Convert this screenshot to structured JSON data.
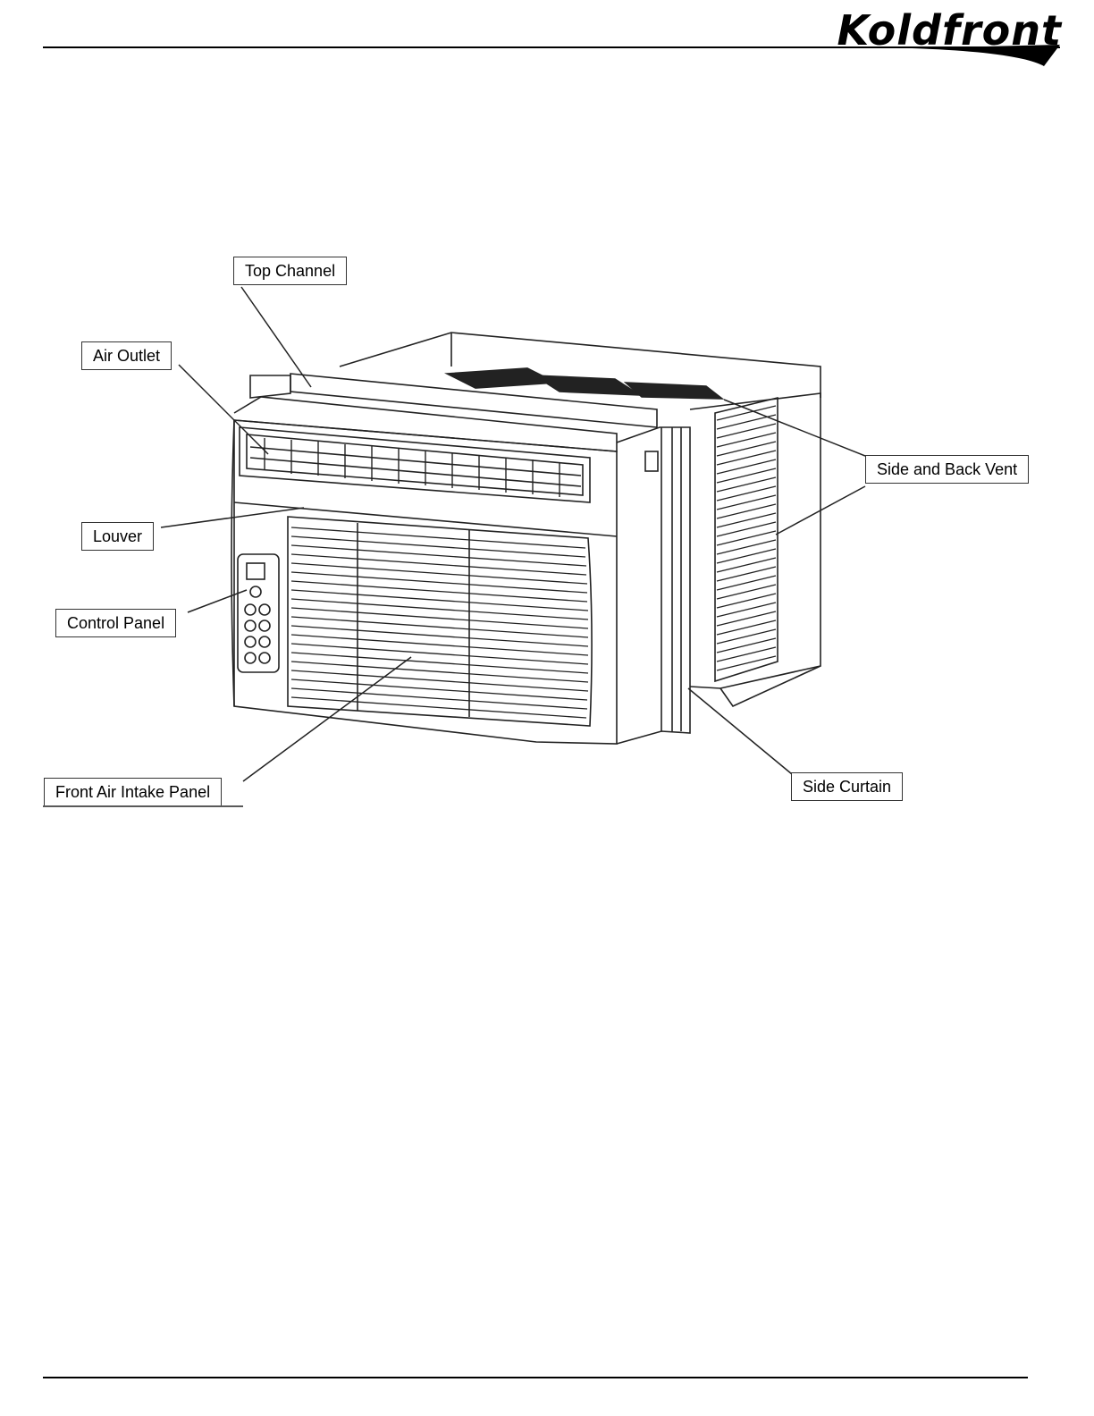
{
  "brand": {
    "name": "Koldfront"
  },
  "diagram": {
    "labels": {
      "top_channel": "Top Channel",
      "air_outlet": "Air Outlet",
      "louver": "Louver",
      "control_panel": "Control Panel",
      "front_air_intake_panel": "Front Air Intake Panel",
      "side_and_back_vent": "Side and Back Vent",
      "side_curtain": "Side Curtain"
    }
  }
}
